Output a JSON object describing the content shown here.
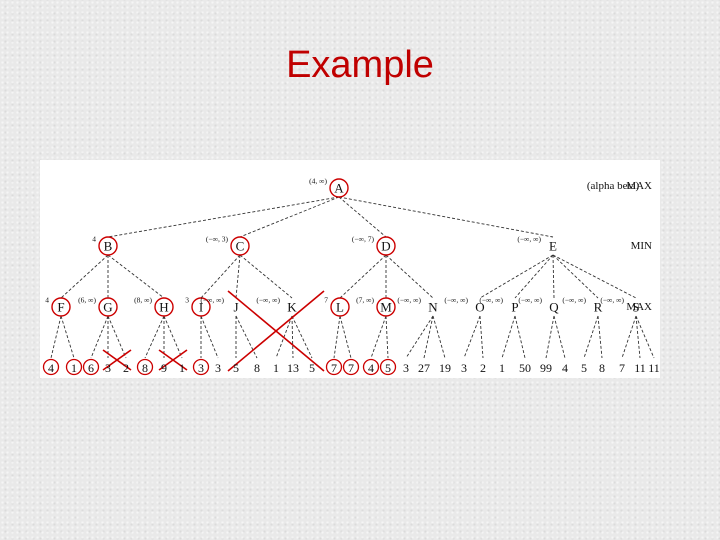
{
  "slide": {
    "title": "Example"
  },
  "tree": {
    "legend": "(alpha beta)",
    "levels": [
      "MAX",
      "MIN",
      "MAX"
    ],
    "colors": {
      "circle": "#cc0000",
      "prune": "#cc0000",
      "edge": "#333333",
      "text": "#111111"
    },
    "root": {
      "id": "root",
      "label": "A",
      "ann": "(4, ∞)",
      "circled": true
    },
    "level1": [
      {
        "id": "b",
        "label": "B",
        "ann": "4",
        "circled": true
      },
      {
        "id": "c",
        "label": "C",
        "ann": "(−∞, 3)",
        "circled": true
      },
      {
        "id": "d",
        "label": "D",
        "ann": "(−∞, 7)",
        "circled": true
      },
      {
        "id": "e",
        "label": "E",
        "ann": "(−∞, ∞)",
        "circled": false
      }
    ],
    "level2": [
      {
        "id": "f",
        "label": "F",
        "ann": "4",
        "circled": true,
        "parent": "b"
      },
      {
        "id": "g",
        "label": "G",
        "ann": "(6, ∞)",
        "circled": true,
        "parent": "b"
      },
      {
        "id": "h",
        "label": "H",
        "ann": "(8, ∞)",
        "circled": true,
        "parent": "b"
      },
      {
        "id": "i",
        "label": "I",
        "ann": "3",
        "circled": true,
        "parent": "c"
      },
      {
        "id": "j",
        "label": "J",
        "ann": "(−∞, ∞)",
        "circled": false,
        "parent": "c"
      },
      {
        "id": "k",
        "label": "K",
        "ann": "(−∞, ∞)",
        "circled": false,
        "parent": "c"
      },
      {
        "id": "l",
        "label": "L",
        "ann": "7",
        "circled": true,
        "parent": "d"
      },
      {
        "id": "m",
        "label": "M",
        "ann": "(7, ∞)",
        "circled": true,
        "parent": "d"
      },
      {
        "id": "n",
        "label": "N",
        "ann": "(−∞, ∞)",
        "circled": false,
        "parent": "d"
      },
      {
        "id": "o",
        "label": "O",
        "ann": "(−∞, ∞)",
        "circled": false,
        "parent": "e"
      },
      {
        "id": "p",
        "label": "P",
        "ann": "(−∞, ∞)",
        "circled": false,
        "parent": "e"
      },
      {
        "id": "q",
        "label": "Q",
        "ann": "(−∞, ∞)",
        "circled": false,
        "parent": "e"
      },
      {
        "id": "r",
        "label": "R",
        "ann": "(−∞, ∞)",
        "circled": false,
        "parent": "e"
      },
      {
        "id": "s",
        "label": "S",
        "ann": "(−∞, ∞)",
        "circled": false,
        "parent": "e"
      }
    ],
    "leaves": [
      {
        "v": "4",
        "p": "f",
        "c": true
      },
      {
        "v": "1",
        "p": "f",
        "c": true
      },
      {
        "v": "6",
        "p": "g",
        "c": true
      },
      {
        "v": "3",
        "p": "g",
        "c": false
      },
      {
        "v": "2",
        "p": "g",
        "c": false
      },
      {
        "v": "8",
        "p": "h",
        "c": true
      },
      {
        "v": "9",
        "p": "h",
        "c": false
      },
      {
        "v": "1",
        "p": "h",
        "c": false
      },
      {
        "v": "3",
        "p": "i",
        "c": true
      },
      {
        "v": "3",
        "p": "i",
        "c": false
      },
      {
        "v": "5",
        "p": "j",
        "c": false
      },
      {
        "v": "8",
        "p": "j",
        "c": false
      },
      {
        "v": "1",
        "p": "k",
        "c": false
      },
      {
        "v": "13",
        "p": "k",
        "c": false
      },
      {
        "v": "5",
        "p": "k",
        "c": false
      },
      {
        "v": "7",
        "p": "l",
        "c": true
      },
      {
        "v": "7",
        "p": "l",
        "c": true
      },
      {
        "v": "4",
        "p": "m",
        "c": true
      },
      {
        "v": "5",
        "p": "m",
        "c": true
      },
      {
        "v": "3",
        "p": "n",
        "c": false
      },
      {
        "v": "27",
        "p": "n",
        "c": false
      },
      {
        "v": "19",
        "p": "n",
        "c": false
      },
      {
        "v": "3",
        "p": "o",
        "c": false
      },
      {
        "v": "2",
        "p": "o",
        "c": false
      },
      {
        "v": "1",
        "p": "p",
        "c": false
      },
      {
        "v": "50",
        "p": "p",
        "c": false
      },
      {
        "v": "99",
        "p": "q",
        "c": false
      },
      {
        "v": "4",
        "p": "q",
        "c": false
      },
      {
        "v": "5",
        "p": "r",
        "c": false
      },
      {
        "v": "8",
        "p": "r",
        "c": false
      },
      {
        "v": "7",
        "p": "s",
        "c": false
      },
      {
        "v": "11",
        "p": "s",
        "c": false
      },
      {
        "v": "11",
        "p": "s",
        "c": false
      }
    ]
  }
}
